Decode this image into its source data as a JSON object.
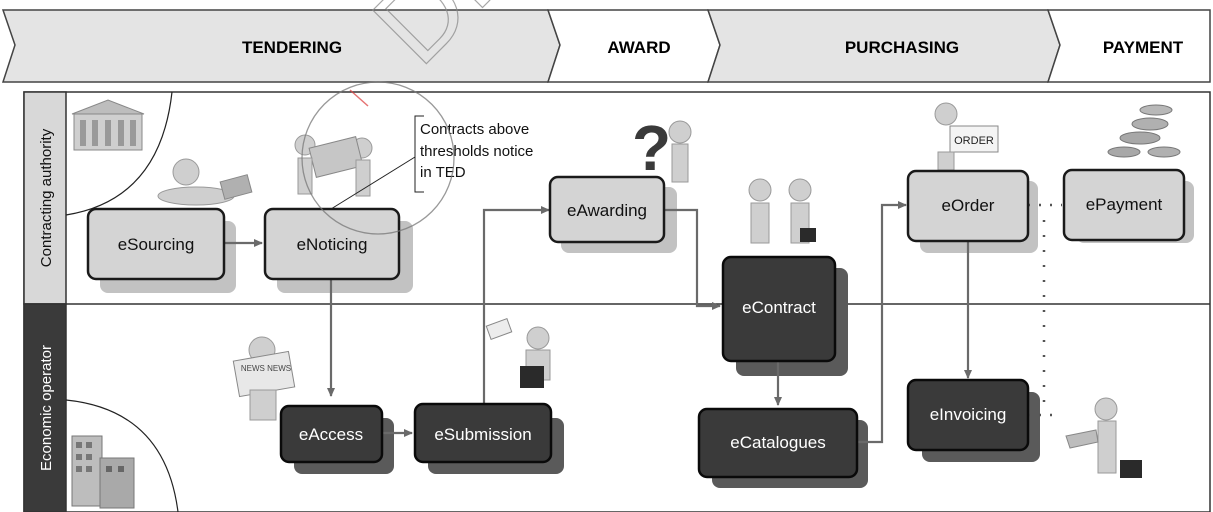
{
  "phases": [
    "TENDERING",
    "AWARD",
    "PURCHASING",
    "PAYMENT"
  ],
  "lanes": {
    "top": "Contracting authority",
    "bottom": "Economic operator"
  },
  "boxes": {
    "esourcing": "eSourcing",
    "enoticing": "eNoticing",
    "eawarding": "eAwarding",
    "eorder": "eOrder",
    "epayment": "ePayment",
    "econtract": "eContract",
    "eaccess": "eAccess",
    "esubmission": "eSubmission",
    "ecatalogues": "eCatalogues",
    "einvoicing": "eInvoicing"
  },
  "note": {
    "line1": "Contracts above",
    "line2": "thresholds notice",
    "line3": "in TED"
  },
  "labels": {
    "order_sign": "ORDER",
    "newspaper": "NEWS NEWS"
  },
  "watermark": "DRAFT ONLY",
  "colors": {
    "phase_bar": "#e2e2e2",
    "lane_left": "#d8d8d8",
    "light_box": "#d4d4d4",
    "dark_box": "#3a3a3a",
    "arrow": "#6a6a6a"
  }
}
